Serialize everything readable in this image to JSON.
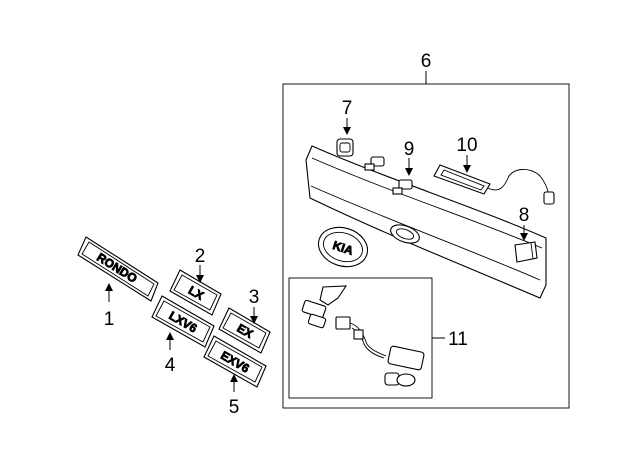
{
  "callouts": {
    "c1": "1",
    "c2": "2",
    "c3": "3",
    "c4": "4",
    "c5": "5",
    "c6": "6",
    "c7": "7",
    "c8": "8",
    "c9": "9",
    "c10": "10",
    "c11": "11"
  },
  "emblems": {
    "rondo": "RONDO",
    "lx": "LX",
    "lxv6": "LXV6",
    "ex": "EX",
    "exv6": "EXV6",
    "kia": "KIA"
  }
}
